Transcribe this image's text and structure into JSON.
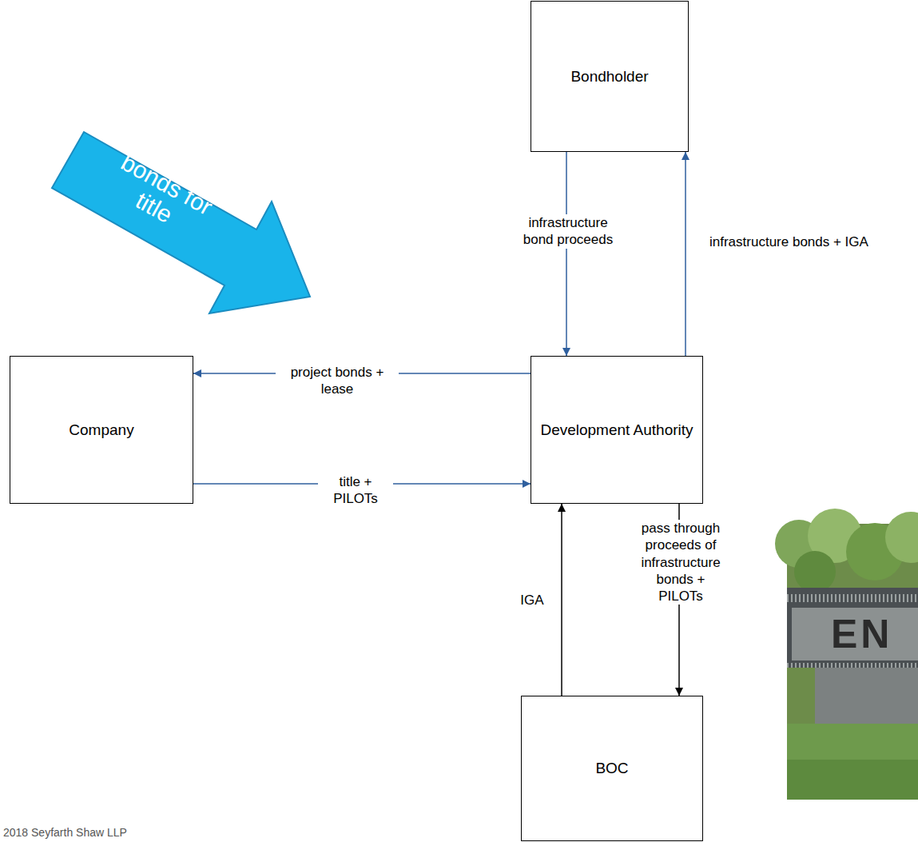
{
  "diagram": {
    "nodes": [
      {
        "text": [
          "Bondholder"
        ]
      },
      {
        "text": [
          "bonds for title"
        ]
      },
      {
        "text": [
          "Company"
        ]
      },
      {
        "text": [
          "Development Authority"
        ]
      },
      {
        "text": [
          "BOC"
        ]
      }
    ],
    "edges": [
      {
        "from": 0,
        "to": 3,
        "label": "infrastructure bond proceeds",
        "arrow": "to"
      },
      {
        "from": 3,
        "to": 0,
        "label": "infrastructure bonds + IGA",
        "arrow": "to"
      },
      {
        "from": 3,
        "to": 2,
        "label": "project bonds + lease",
        "arrow": "to"
      },
      {
        "from": 2,
        "to": 3,
        "label": "title + PILOTs",
        "arrow": "to"
      },
      {
        "from": 4,
        "to": 3,
        "label": "IGA",
        "arrow": "to"
      },
      {
        "from": 3,
        "to": 4,
        "label": "pass through proceeds of infrastructure bonds + PILOTs",
        "arrow": "to"
      }
    ],
    "labels": [
      "EN",
      "2018 Seyfarth Shaw LLP"
    ]
  }
}
